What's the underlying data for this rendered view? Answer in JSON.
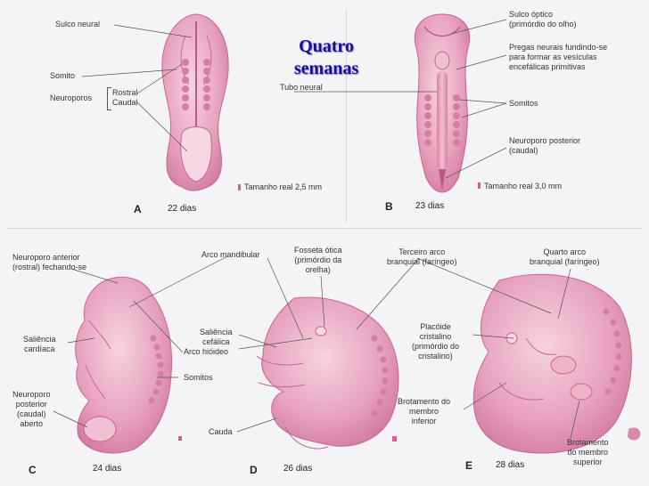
{
  "title": "Quatro semanas",
  "panels": {
    "A": {
      "letter": "A",
      "days": "22 dias",
      "size": "Tamanho real 2,5 mm",
      "labels": {
        "sulco_neural": "Sulco neural",
        "somito": "Somito",
        "neuroporos": "Neuroporos",
        "rostral": "Rostral",
        "caudal": "Caudal"
      }
    },
    "B": {
      "letter": "B",
      "days": "23 dias",
      "size": "Tamanho real 3,0 mm",
      "labels": {
        "sulco_optico": "Sulco óptico\n(primórdio do olho)",
        "pregas": "Pregas neurais fundindo-se\npara formar as vesículas\nencefálicas primitivas",
        "tubo_neural": "Tubo neural",
        "somitos": "Somitos",
        "neuroporo_posterior": "Neuroporo posterior\n(caudal)"
      }
    },
    "C": {
      "letter": "C",
      "days": "24 dias",
      "labels": {
        "neuroporo_anterior": "Neuroporo anterior\n(rostral) fechando-se",
        "saliencia_cardiaca": "Saliência\ncardíaca",
        "neuroporo_posterior": "Neuroporo\nposterior\n(caudal)\naberto"
      }
    },
    "D": {
      "letter": "D",
      "days": "26 dias",
      "labels": {
        "arco_mandibular": "Arco mandibular",
        "fosseta_otica": "Fosseta ótica\n(primórdio da\norelha)",
        "saliencia_cefalica": "Saliência\ncefálica",
        "arco_hioideo": "Arco hióideo",
        "somitos": "Somitos",
        "cauda": "Cauda"
      }
    },
    "E": {
      "letter": "E",
      "days": "28 dias",
      "labels": {
        "terceiro_arco": "Terceiro arco\nbranquial (faríngeo)",
        "quarto_arco": "Quarto arco\nbranquial (faríngeo)",
        "placoide": "Placóide\ncristalino\n(primórdio do\ncristalino)",
        "brotamento_inferior": "Brotamento do\nmembro\ninferior",
        "brotamento_superior": "Brotamento\ndo membro\nsuperior"
      }
    }
  },
  "colors": {
    "embryo_fill": "#e7a2bd",
    "embryo_dark": "#c96690",
    "embryo_light": "#f4cfdd",
    "title": "#1a0f99",
    "leader": "#555555",
    "background": "#f4f3f6"
  }
}
